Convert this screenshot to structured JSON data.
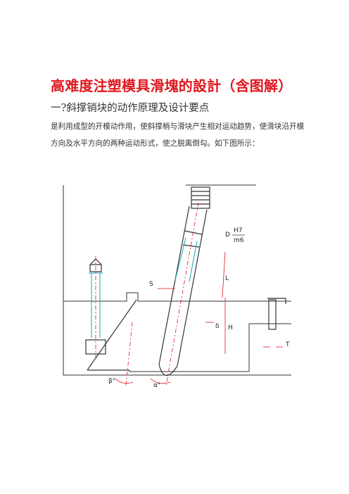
{
  "document": {
    "title": "高难度注塑模具滑塊的設計（含图解）",
    "section_heading": "一?斜撑销块的动作原理及设计要点",
    "paragraph": "是利用成型的开模动作用，使斜撑梢与滑块产生相对运动趋势，使滑块沿开模方向及水平方向的两种运动形式，使之脱离倒勾。如下图所示："
  },
  "figure": {
    "labels": {
      "fit_d": "D",
      "fit_h7": "H7",
      "fit_m6": "m6",
      "s": "S",
      "t": "T",
      "delta": "δ",
      "l": "L",
      "h": "H",
      "beta": "β°",
      "alpha": "α°"
    },
    "colors": {
      "outline": "#333333",
      "hidden": "#1aa3b8",
      "dimension": "#e0161e",
      "centerline": "#e0161e"
    }
  }
}
